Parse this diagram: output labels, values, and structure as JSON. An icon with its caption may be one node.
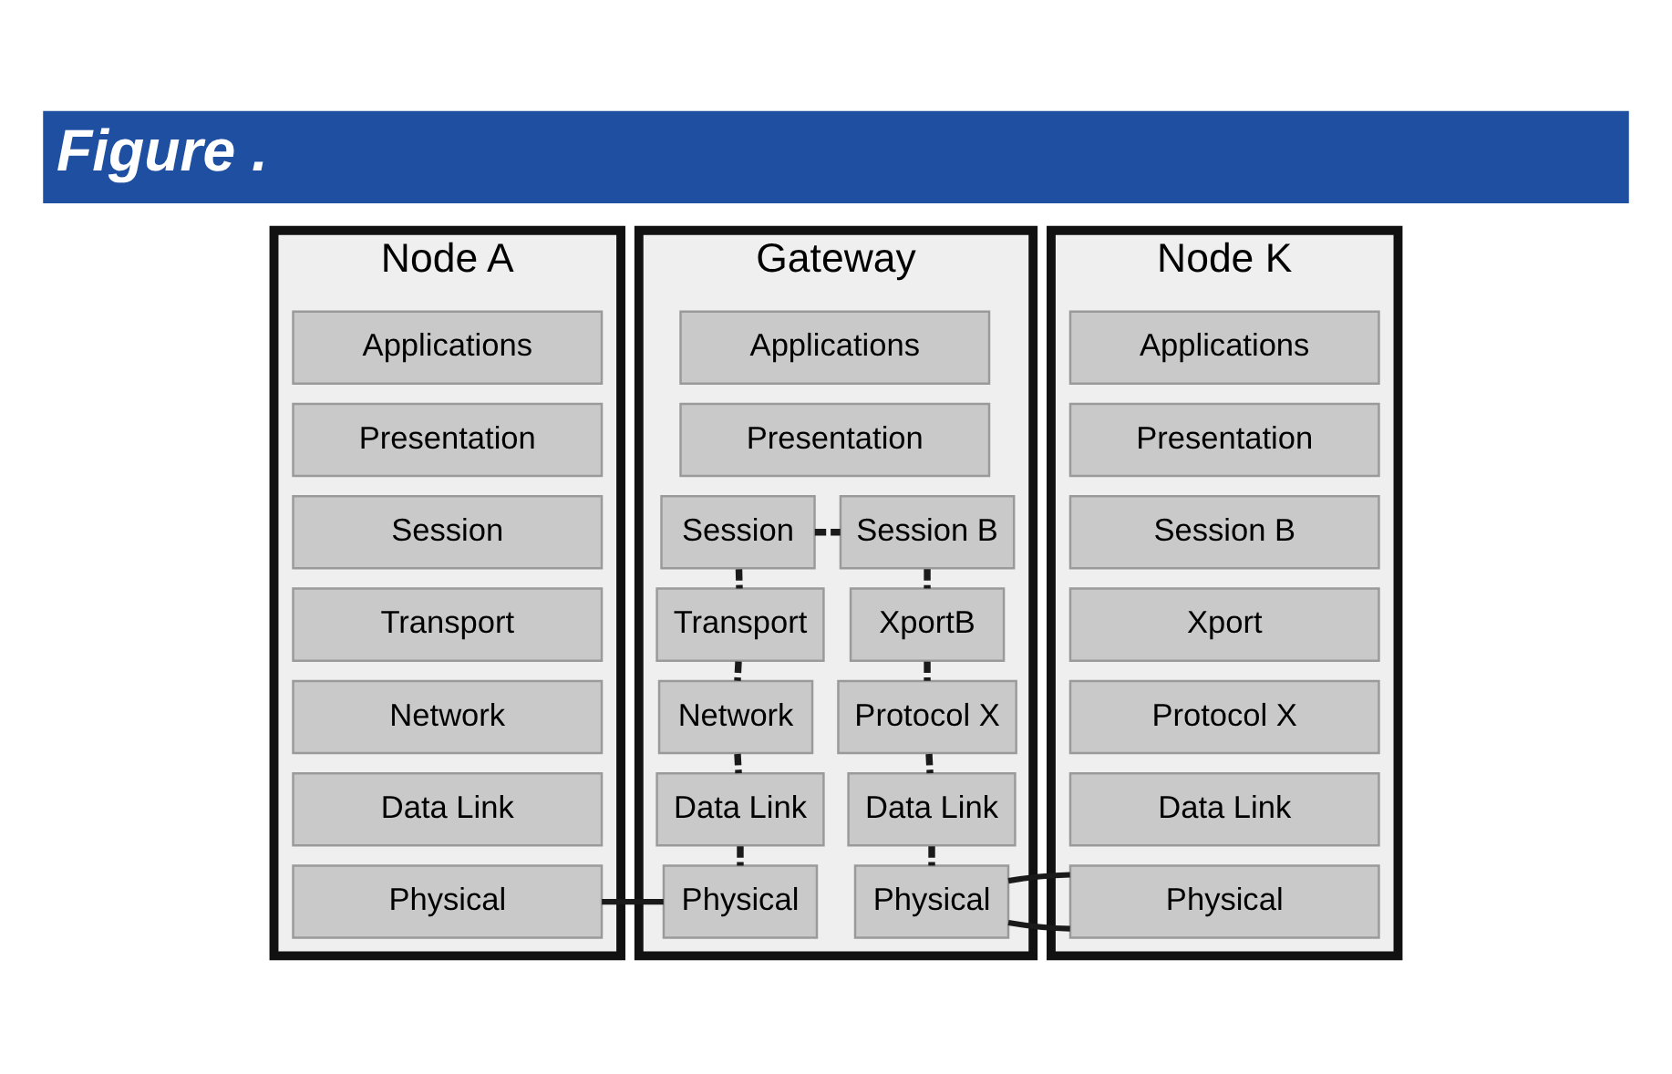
{
  "diagram": {
    "title": "Figure .",
    "nodes": [
      {
        "text": [
          "Node A"
        ]
      },
      {
        "text": [
          "Applications"
        ],
        "in": 0
      },
      {
        "text": [
          "Presentation"
        ],
        "in": 0
      },
      {
        "text": [
          "Session"
        ],
        "in": 0
      },
      {
        "text": [
          "Transport"
        ],
        "in": 0
      },
      {
        "text": [
          "Network"
        ],
        "in": 0
      },
      {
        "text": [
          "Data Link"
        ],
        "in": 0
      },
      {
        "text": [
          "Physical"
        ],
        "in": 0
      },
      {
        "text": [
          "Gateway"
        ]
      },
      {
        "text": [
          "Applications"
        ],
        "in": 8
      },
      {
        "text": [
          "Presentation"
        ],
        "in": 8
      },
      {
        "text": [
          "Session"
        ],
        "in": 8
      },
      {
        "text": [
          "Session B"
        ],
        "in": 8
      },
      {
        "text": [
          "Transport"
        ],
        "in": 8
      },
      {
        "text": [
          "XportB"
        ],
        "in": 8
      },
      {
        "text": [
          "Network"
        ],
        "in": 8
      },
      {
        "text": [
          "Protocol X"
        ],
        "in": 8
      },
      {
        "text": [
          "Data Link"
        ],
        "in": 8
      },
      {
        "text": [
          "Data Link"
        ],
        "in": 8
      },
      {
        "text": [
          "Physical"
        ],
        "in": 8
      },
      {
        "text": [
          "Physical"
        ],
        "in": 8
      },
      {
        "text": [
          "Node K"
        ]
      },
      {
        "text": [
          "Applications"
        ],
        "in": 21
      },
      {
        "text": [
          "Presentation"
        ],
        "in": 21
      },
      {
        "text": [
          "Session B"
        ],
        "in": 21
      },
      {
        "text": [
          "Xport"
        ],
        "in": 21
      },
      {
        "text": [
          "Protocol X"
        ],
        "in": 21
      },
      {
        "text": [
          "Data Link"
        ],
        "in": 21
      },
      {
        "text": [
          "Physical"
        ],
        "in": 21
      }
    ],
    "edges": [
      {
        "from": 7,
        "to": 19,
        "arrow": "none"
      },
      {
        "from": 20,
        "to": 28,
        "arrow": "none"
      },
      {
        "from": 11,
        "to": 12,
        "arrow": "none",
        "style": "dashed"
      },
      {
        "from": 11,
        "to": 13,
        "arrow": "none",
        "style": "dashed"
      },
      {
        "from": 13,
        "to": 15,
        "arrow": "none",
        "style": "dashed"
      },
      {
        "from": 15,
        "to": 17,
        "arrow": "none",
        "style": "dashed"
      },
      {
        "from": 17,
        "to": 19,
        "arrow": "none",
        "style": "dashed"
      },
      {
        "from": 12,
        "to": 14,
        "arrow": "none",
        "style": "dashed"
      },
      {
        "from": 14,
        "to": 16,
        "arrow": "none",
        "style": "dashed"
      },
      {
        "from": 16,
        "to": 18,
        "arrow": "none",
        "style": "dashed"
      },
      {
        "from": 18,
        "to": 20,
        "arrow": "none",
        "style": "dashed"
      }
    ]
  }
}
